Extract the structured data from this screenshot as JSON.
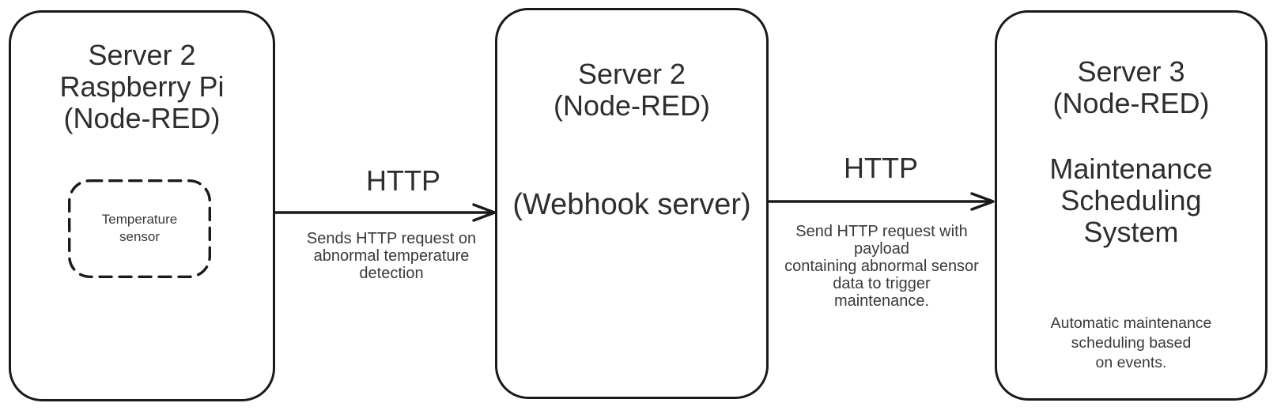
{
  "colors": {
    "stroke": "#1a1a1a",
    "text_primary": "#2e2e2e",
    "text_secondary": "#3a3a3a",
    "background": "#ffffff"
  },
  "nodes": [
    {
      "title_lines": [
        "Server 2",
        "Raspberry Pi",
        "(Node-RED)"
      ],
      "sensor_lines": [
        "Temperature",
        "sensor"
      ]
    },
    {
      "title_lines": [
        "Server 2",
        "(Node-RED)"
      ],
      "subtitle": "(Webhook server)"
    },
    {
      "title_lines": [
        "Server 3",
        "(Node-RED)"
      ],
      "system_lines": [
        "Maintenance",
        "Scheduling",
        "System"
      ],
      "description_lines": [
        "Automatic maintenance",
        "scheduling based",
        "on events."
      ]
    }
  ],
  "edges": [
    {
      "label": "HTTP",
      "description_lines": [
        "Sends HTTP request on",
        "abnormal temperature",
        "detection"
      ]
    },
    {
      "label": "HTTP",
      "description_lines": [
        "Send HTTP request with payload",
        "containing abnormal sensor",
        "data to trigger",
        "maintenance."
      ]
    }
  ]
}
